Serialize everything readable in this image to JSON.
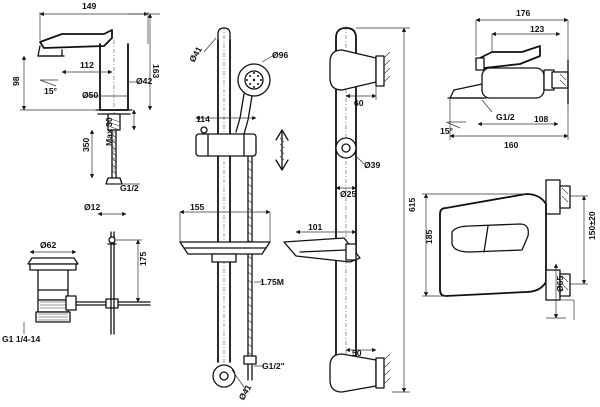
{
  "labels": {
    "basin_w": "149",
    "basin_h": "163",
    "basin_spout": "112",
    "basin_98": "98",
    "basin_angle": "15°",
    "basin_d50": "Ø50",
    "basin_d42": "Ø42",
    "basin_350": "350",
    "basin_max30": "Max 30",
    "basin_g12": "G1/2",
    "waste_d12": "Ø12",
    "waste_d62": "Ø62",
    "waste_175": "175",
    "waste_g114": "G1 1/4-14",
    "rail_d41_top": "Ø41",
    "rail_d96": "Ø96",
    "rail_114": "114",
    "rail_155": "155",
    "rail_175m": "1.75M",
    "rail_g12in": "G1/2\"",
    "rail_d41_bot": "Ø41",
    "side_60": "60",
    "side_d39": "Ø39",
    "side_d25": "Ø25",
    "side_101": "101",
    "side_615": "615",
    "side_50": "50",
    "bath_176": "176",
    "bath_123": "123",
    "bath_108": "108",
    "bath_g12": "G1/2",
    "bath_160": "160",
    "bath_angle": "15°",
    "front_185": "185",
    "front_150": "150±20",
    "front_d65": "Ø65"
  }
}
